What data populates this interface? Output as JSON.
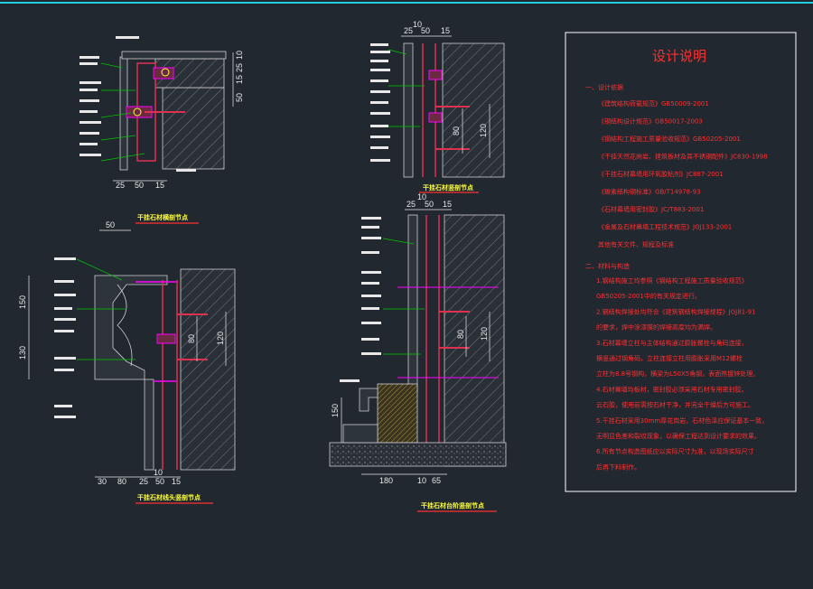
{
  "colors": {
    "background": "#212830",
    "frame": "#ffffff",
    "dimension": "#e8e8e8",
    "wall_hatch": "#8a8a8a",
    "steel": "#e03050",
    "steel_outline": "#ff00ff",
    "caption": "#ffff40",
    "caption_underline": "#ff3030",
    "leader": "#00c800",
    "notes_text": "#ff3030"
  },
  "details": [
    {
      "caption": "干挂石材横剖节点",
      "dims_bottom": [
        "25",
        "50",
        "15"
      ],
      "dims_right": [
        "10",
        "25",
        "15",
        "50"
      ]
    },
    {
      "caption": "干挂石材竖剖节点",
      "dims_top": [
        "25",
        "50",
        "15",
        "10"
      ],
      "dims_right": [
        "80",
        "120"
      ]
    },
    {
      "caption": "干挂石材线头竖剖节点",
      "dims_top": [
        "50"
      ],
      "dims_left": [
        "150",
        "130"
      ],
      "dims_right": [
        "80",
        "120"
      ],
      "dims_bottom": [
        "30",
        "80",
        "25",
        "50",
        "10",
        "15"
      ]
    },
    {
      "caption": "干挂石材台阶竖剖节点",
      "dims_top": [
        "25",
        "50",
        "15",
        "10"
      ],
      "dims_right": [
        "80",
        "120"
      ],
      "dims_left": [
        "150"
      ],
      "dims_bottom": [
        "180",
        "10",
        "65"
      ]
    }
  ],
  "notes": {
    "title": "设计说明",
    "section1_heading": "一、设计依据",
    "section1_items": [
      "《建筑结构荷载规范》GB50009-2001",
      "《钢结构设计规范》GB50017-2003",
      "《钢结构工程施工质量验收规范》GB50205-2001",
      "《干挂天然花岗岩、建筑板材及其不锈钢配件》JC830-1998",
      "《干挂石材幕墙用环氧胶粘剂》JC887-2001",
      "《碳素结构钢标准》GB/T14978-93",
      "《石材幕墙用密封胶》JC/T883-2001",
      "《金属及石材幕墙工程技术规范》JGJ133-2001",
      "其他有关文件、规程及标准"
    ],
    "section2_heading": "二、材料与构造",
    "section2_items": [
      "1.钢结构施工均参照《钢结构工程施工质量验收规范》",
      "GB50205-2001中的有关规定进行。",
      "2.钢结构焊接处均符合《建筑钢结构焊接规程》JGJ81-91",
      "的要求，焊中涂漆膜的焊接高度均为满焊。",
      "3.石材幕墙立柱与主体结构通过膨胀螺栓与角码连接，",
      "横竖通过钢角码，立柱连接立柱用膨胀采用M12螺栓",
      "立柱为8.8号钢构，横梁为L50X5角钢，表面热镀锌处理。",
      "4.石材幕墙均板材，密封胶必须采用石材专用密封胶。",
      "云石胶，使用前需按石材干净，并完全干燥后方可施工。",
      "5.干挂石材采用30mm厚花岗岩，石材色泽应保证基本一致，",
      "无明显色差和裂纹现象，以确保工程达到设计要求的效果。",
      "6.所有节点构造图纸应以实际尺寸为准，以现场实际尺寸",
      "后再下料制作。"
    ]
  }
}
